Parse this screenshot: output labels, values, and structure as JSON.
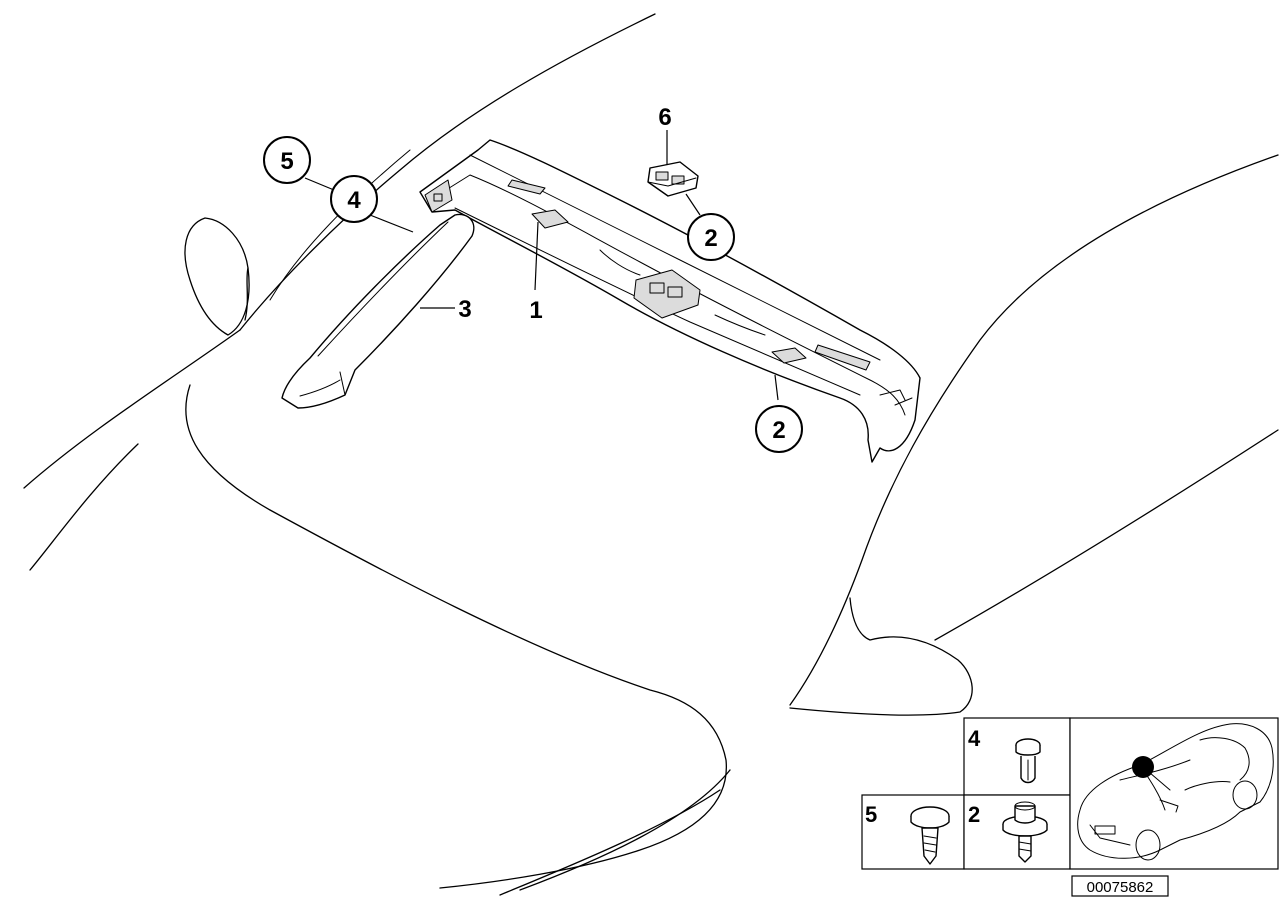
{
  "callouts": [
    {
      "label": "1"
    },
    {
      "label": "2"
    },
    {
      "label": "2"
    },
    {
      "label": "3"
    },
    {
      "label": "4"
    },
    {
      "label": "5"
    },
    {
      "label": "6"
    }
  ],
  "inset_labels": [
    {
      "label": "4"
    },
    {
      "label": "5"
    },
    {
      "label": "2"
    }
  ],
  "reference_number": "00075862"
}
